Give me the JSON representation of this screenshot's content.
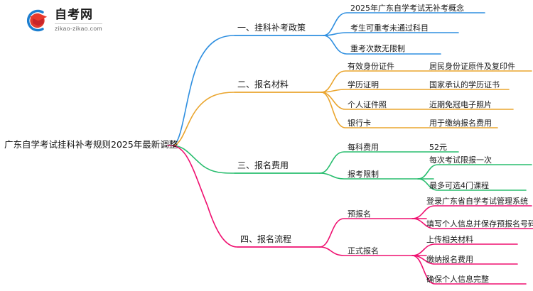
{
  "brand": {
    "logo_icon": "graduation-cap-logo-icon",
    "name_cn": "自考网",
    "name_en": "zikao-zikao.com"
  },
  "colors": {
    "branch1": "#2f8fe0",
    "branch2": "#eaa52e",
    "branch3": "#28bd6e",
    "branch4": "#ef1070",
    "root_text": "#111111",
    "background": "#ffffff"
  },
  "mindmap": {
    "root": "广东自学考试挂科补考规则2025年最新调整",
    "branches": [
      {
        "label": "一、挂科补考政策",
        "color": "#2f8fe0",
        "children": [
          {
            "label": "2025年广东自学考试无补考概念",
            "children": []
          },
          {
            "label": "考生可重考未通过科目",
            "children": []
          },
          {
            "label": "重考次数无限制",
            "children": []
          }
        ]
      },
      {
        "label": "二、报名材料",
        "color": "#eaa52e",
        "children": [
          {
            "label": "有效身份证件",
            "children": [
              "居民身份证原件及复印件"
            ]
          },
          {
            "label": "学历证明",
            "children": [
              "国家承认的学历证书"
            ]
          },
          {
            "label": "个人证件照",
            "children": [
              "近期免冠电子照片"
            ]
          },
          {
            "label": "银行卡",
            "children": [
              "用于缴纳报名费用"
            ]
          }
        ]
      },
      {
        "label": "三、报名费用",
        "color": "#28bd6e",
        "children": [
          {
            "label": "每科费用",
            "children": [
              "52元"
            ]
          },
          {
            "label": "报考限制",
            "children": [
              "每次考试限报一次",
              "最多可选4门课程"
            ]
          }
        ]
      },
      {
        "label": "四、报名流程",
        "color": "#ef1070",
        "children": [
          {
            "label": "预报名",
            "children": [
              "登录广东省自学考试管理系统",
              "填写个人信息并保存预报名号码"
            ]
          },
          {
            "label": "正式报名",
            "children": [
              "上传相关材料",
              "缴纳报名费用",
              "确保个人信息完整"
            ]
          }
        ]
      }
    ]
  },
  "nodes": {
    "root": "广东自学考试挂科补考规则2025年最新调整",
    "b1": "一、挂科补考政策",
    "b1c1": "2025年广东自学考试无补考概念",
    "b1c2": "考生可重考未通过科目",
    "b1c3": "重考次数无限制",
    "b2": "二、报名材料",
    "b2c1": "有效身份证件",
    "b2c1d1": "居民身份证原件及复印件",
    "b2c2": "学历证明",
    "b2c2d1": "国家承认的学历证书",
    "b2c3": "个人证件照",
    "b2c3d1": "近期免冠电子照片",
    "b2c4": "银行卡",
    "b2c4d1": "用于缴纳报名费用",
    "b3": "三、报名费用",
    "b3c1": "每科费用",
    "b3c1d1": "52元",
    "b3c2": "报考限制",
    "b3c2d1": "每次考试限报一次",
    "b3c2d2": "最多可选4门课程",
    "b4": "四、报名流程",
    "b4c1": "预报名",
    "b4c1d1": "登录广东省自学考试管理系统",
    "b4c1d2": "填写个人信息并保存预报名号码",
    "b4c2": "正式报名",
    "b4c2d1": "上传相关材料",
    "b4c2d2": "缴纳报名费用",
    "b4c2d3": "确保个人信息完整"
  }
}
